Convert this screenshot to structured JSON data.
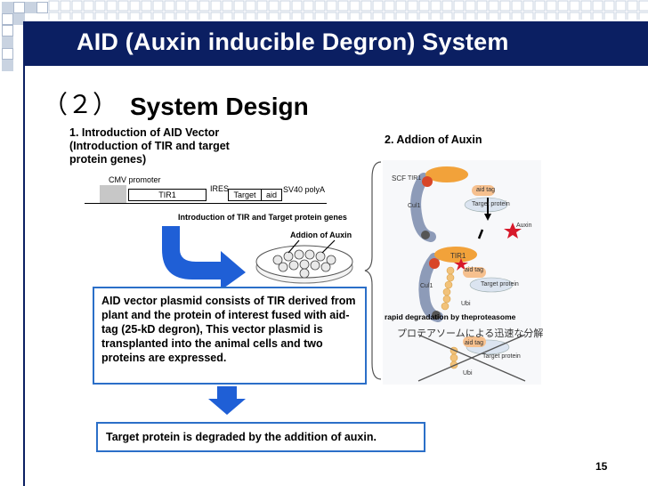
{
  "slide": {
    "title": "AID (Auxin inducible Degron) System",
    "section_number": "（２）",
    "section_title": "System Design",
    "page_number": "15"
  },
  "step1": {
    "label": "1. Introduction of AID Vector (Introduction of TIR and target protein genes)"
  },
  "vector": {
    "cmv": "CMV promoter",
    "tir1": "TIR1",
    "ires": "IRES",
    "target": "Target",
    "aid": "aid",
    "polya": "SV40 polyA"
  },
  "arrow_label": "Introduction of TIR and Target protein genes",
  "dish_label": "Addion of Auxin",
  "step2": {
    "label": "2. Addion of Auxin"
  },
  "mechanism": {
    "scf": "SCF",
    "tir1_small": "TIR1",
    "cul1": "Cul1",
    "aid_tag": "aid tag",
    "target_protein": "Target protein",
    "auxin": "Auxin",
    "tir1": "TIR1",
    "ubi": "Ubi",
    "rapid_degradation": "rapid degradation by theproteasome",
    "japanese_caption": "プロテアソームによる迅速な分解"
  },
  "description": "AID vector plasmid consists of TIR derived from plant and the protein of interest fused with aid-tag (25-kD degron), This vector plasmid is transplanted into the animal cells and two proteins are expressed.",
  "result": "Target protein is degraded by the addition of auxin.",
  "colors": {
    "header": "#0b1f62",
    "box_border": "#2b6fc8",
    "arrow": "#1f5fd6",
    "tir1": "#f2a23a",
    "cul1": "#8d9bb8",
    "aid_tag": "#d84628",
    "auxin": "#d7192a"
  }
}
